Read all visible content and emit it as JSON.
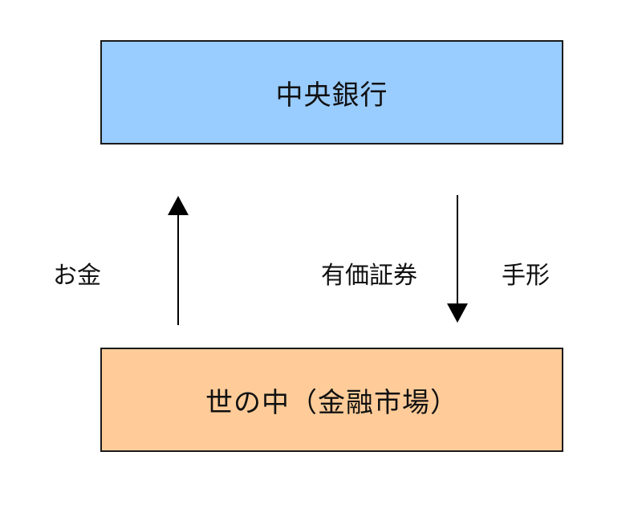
{
  "diagram": {
    "top_box": {
      "label": "中央銀行",
      "fill": "#99ccff"
    },
    "bottom_box": {
      "label": "世の中（金融市場）",
      "fill": "#ffcc99"
    },
    "left_arrow": {
      "direction": "up",
      "label": "お金"
    },
    "right_arrow": {
      "direction": "down",
      "label_left": "有価証券",
      "label_right": "手形"
    },
    "line_color": "#000000"
  }
}
